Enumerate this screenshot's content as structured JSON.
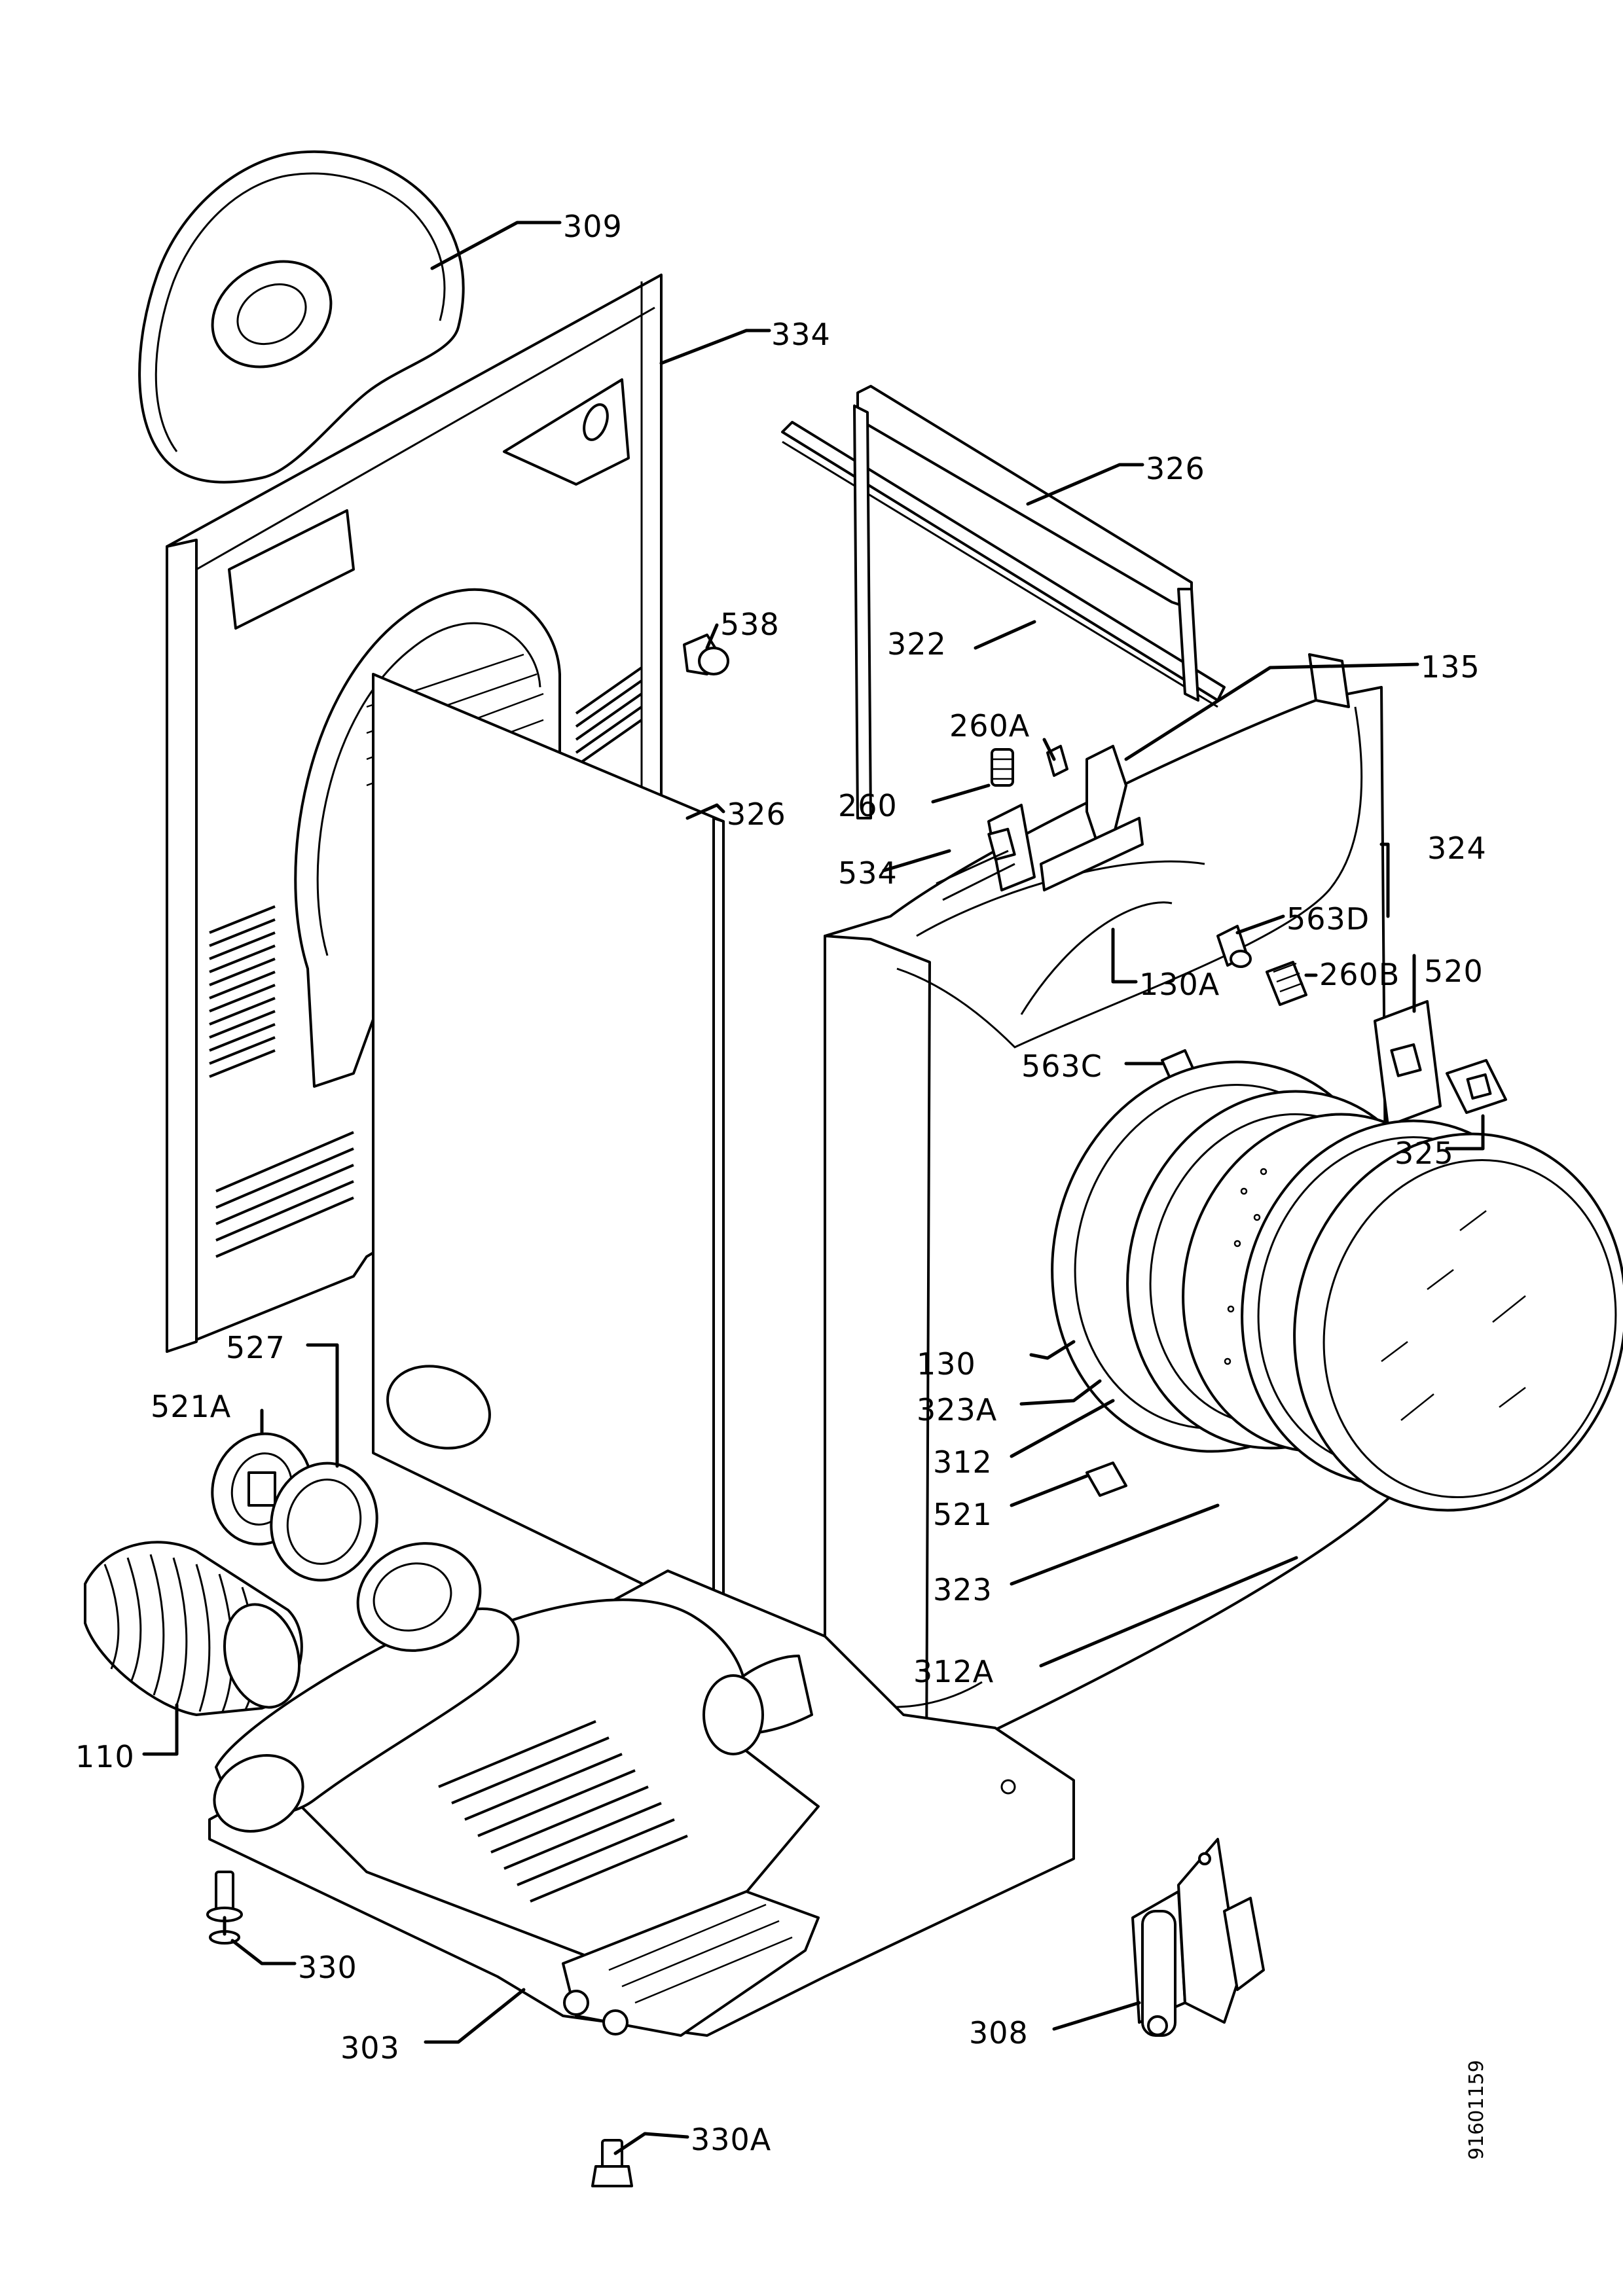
{
  "diagram": {
    "reference_number": "91601159",
    "parts": [
      {
        "id": "p309",
        "label": "309"
      },
      {
        "id": "p334",
        "label": "334"
      },
      {
        "id": "p326a",
        "label": "326"
      },
      {
        "id": "p538",
        "label": "538"
      },
      {
        "id": "p322",
        "label": "322"
      },
      {
        "id": "p135",
        "label": "135"
      },
      {
        "id": "p260a",
        "label": "260A"
      },
      {
        "id": "p260",
        "label": "260"
      },
      {
        "id": "p326b",
        "label": "326"
      },
      {
        "id": "p534",
        "label": "534"
      },
      {
        "id": "p324",
        "label": "324"
      },
      {
        "id": "p563d",
        "label": "563D"
      },
      {
        "id": "p130a",
        "label": "130A"
      },
      {
        "id": "p260b",
        "label": "260B"
      },
      {
        "id": "p520",
        "label": "520"
      },
      {
        "id": "p563c",
        "label": "563C"
      },
      {
        "id": "p325",
        "label": "325"
      },
      {
        "id": "p527",
        "label": "527"
      },
      {
        "id": "p521a",
        "label": "521A"
      },
      {
        "id": "p130",
        "label": "130"
      },
      {
        "id": "p323a",
        "label": "323A"
      },
      {
        "id": "p312",
        "label": "312"
      },
      {
        "id": "p521",
        "label": "521"
      },
      {
        "id": "p323",
        "label": "323"
      },
      {
        "id": "p312a",
        "label": "312A"
      },
      {
        "id": "p110",
        "label": "110"
      },
      {
        "id": "p330",
        "label": "330"
      },
      {
        "id": "p308",
        "label": "308"
      },
      {
        "id": "p303",
        "label": "303"
      },
      {
        "id": "p330a",
        "label": "330A"
      }
    ]
  }
}
